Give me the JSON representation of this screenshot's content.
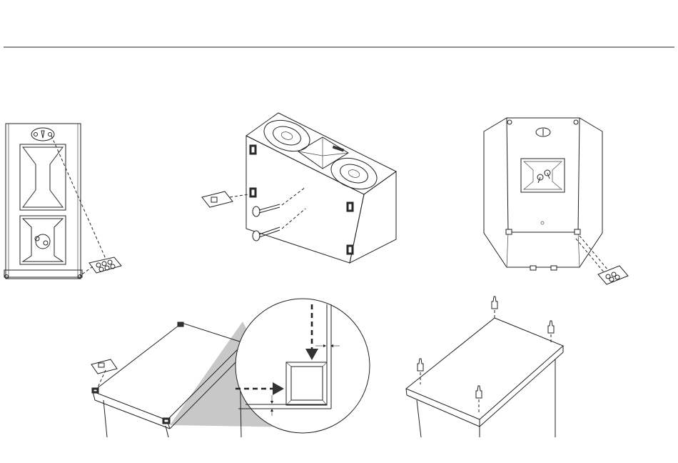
{
  "page": {
    "header_rule_color": "#222222",
    "line_color": "#222222",
    "zoom_fill_color": "#c8c8c8"
  },
  "figures": [
    {
      "name": "tower-speaker-front-with-bumper-pads"
    },
    {
      "name": "center-channel-speaker-with-pegs"
    },
    {
      "name": "surround-speaker-back-with-bumper-pads"
    },
    {
      "name": "cabinet-top-corner-pad-detail"
    },
    {
      "name": "cabinet-with-spikes"
    }
  ],
  "icons": [
    "arrow-down-icon",
    "arrow-right-icon",
    "bumper-pad-sheet-icon",
    "peg-icon",
    "spike-icon"
  ]
}
